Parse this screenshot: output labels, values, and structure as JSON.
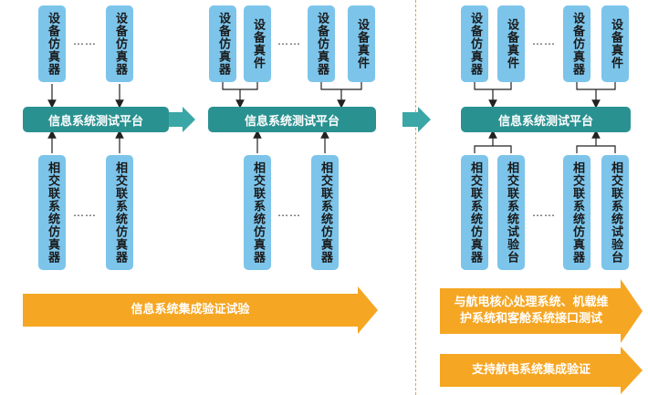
{
  "labels": {
    "device_sim": "设备仿真器",
    "device_real": "设备真件",
    "platform": "信息系统测试平台",
    "cross_sim": "相交联系统仿真器",
    "cross_test": "相交联系统试验台",
    "ellipsis": "……"
  },
  "banners": {
    "stage1": "信息系统集成验证试验",
    "stage3_line1": "与航电核心处理系统、机载维",
    "stage3_line2": "护系统和客舱系统接口测试",
    "stage3b": "支持航电系统集成验证"
  },
  "colors": {
    "box": "#7cc4ea",
    "platform": "#2a9191",
    "orange": "#f5a623",
    "teal_arrow": "#3aa6a6"
  }
}
